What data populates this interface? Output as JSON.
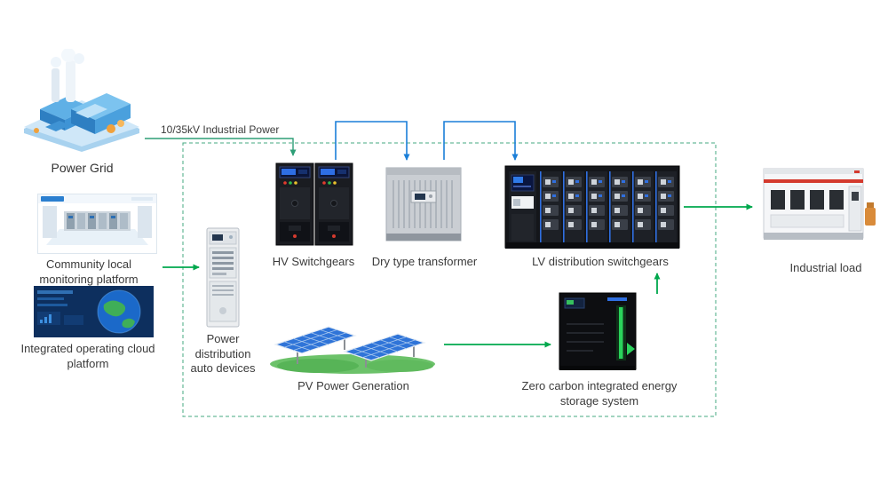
{
  "labels": {
    "power_grid": "Power Grid",
    "industrial_power": "10/35kV  Industrial Power",
    "hv_switchgears": "HV Switchgears",
    "dry_transformer": "Dry type transformer",
    "lv_switchgears": "LV distribution switchgears",
    "industrial_load": "Industrial load",
    "community_platform": "Community local monitoring platform",
    "cloud_platform": "Integrated operating cloud platform",
    "auto_devices": "Power distribution auto devices",
    "pv_generation": "PV Power Generation",
    "storage_system": "Zero carbon integrated energy storage system"
  },
  "colors": {
    "arrow_green": "#00a84d",
    "arrow_teal": "#2e9e77",
    "connector_blue": "#1b7fd8",
    "boundary_dash": "#44a882"
  }
}
